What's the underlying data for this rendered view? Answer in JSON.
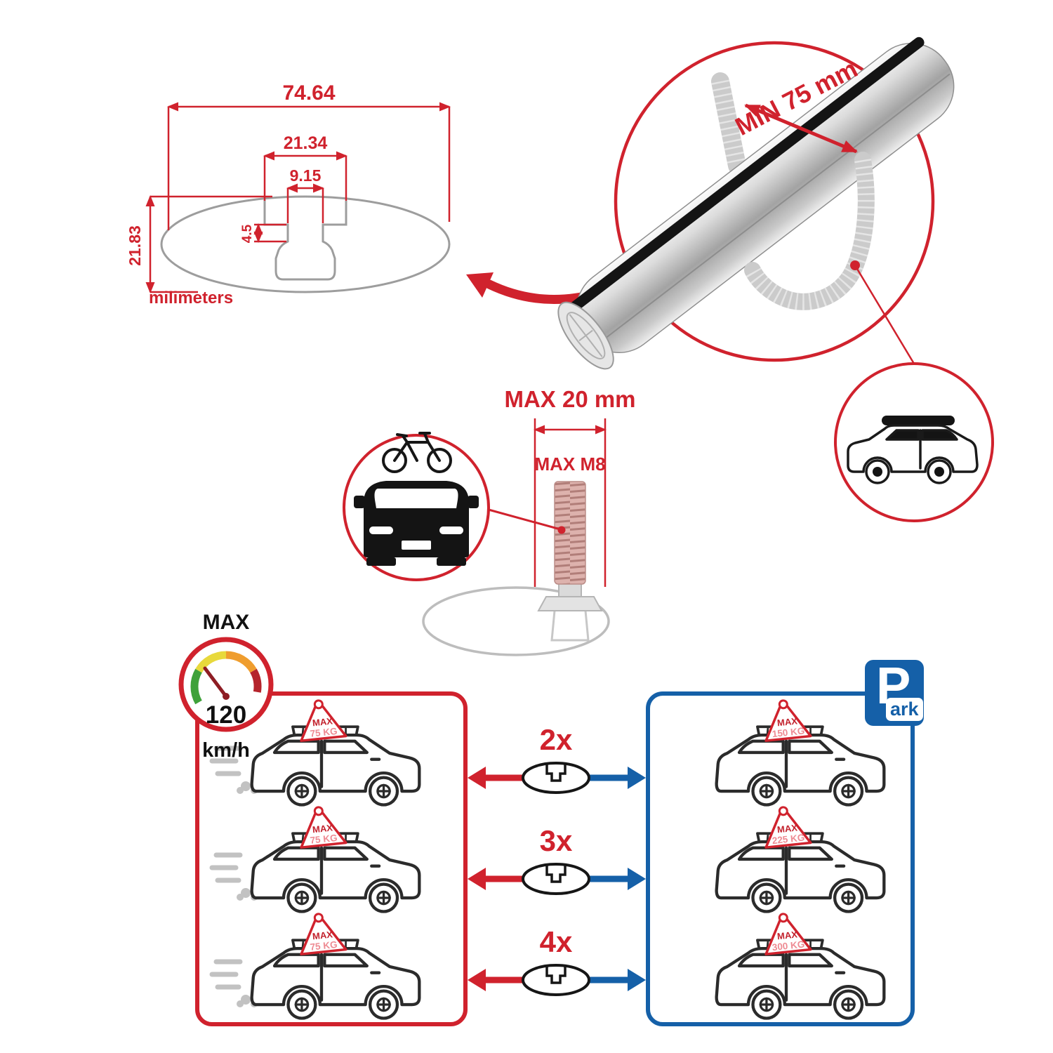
{
  "colors": {
    "red": "#d0222d",
    "blue": "#1560a8",
    "gray": "#9d9d9d",
    "silver": "#c9c9c9"
  },
  "tech_drawing": {
    "dim_total_width": "74.64",
    "dim_recess_width": "21.34",
    "dim_slot_width": "9.15",
    "dim_lip_depth": "4.5",
    "dim_total_height": "21.83",
    "unit_label": "milimeters"
  },
  "bar_detail": {
    "min_span_label": "MIN 75 mm"
  },
  "bolt_detail": {
    "max_width_label": "MAX 20 mm",
    "max_thread_label": "MAX M8"
  },
  "speed_limit": {
    "label": "MAX",
    "value": "120",
    "unit": "km/h"
  },
  "driving_panel": {
    "cars": [
      {
        "load_label": "MAX",
        "load_value": "75 KG"
      },
      {
        "load_label": "MAX",
        "load_value": "75 KG"
      },
      {
        "load_label": "MAX",
        "load_value": "75 KG"
      }
    ]
  },
  "parking_panel": {
    "sign_letter": "P",
    "sign_rest": "ark",
    "cars": [
      {
        "load_label": "MAX",
        "load_value": "150 KG"
      },
      {
        "load_label": "MAX",
        "load_value": "225 KG"
      },
      {
        "load_label": "MAX",
        "load_value": "300 KG"
      }
    ]
  },
  "quantity_rows": [
    {
      "label": "2x"
    },
    {
      "label": "3x"
    },
    {
      "label": "4x"
    }
  ]
}
